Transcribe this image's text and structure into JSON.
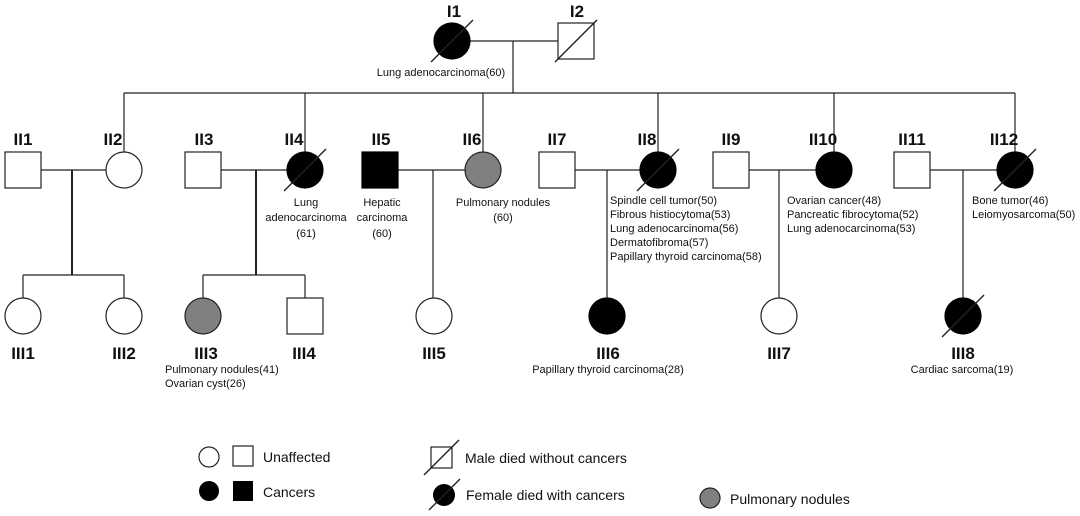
{
  "colors": {
    "affected": "#000000",
    "unaffected": "#ffffff",
    "nodules": "#808080",
    "stroke": "#222222"
  },
  "individuals": [
    {
      "id": "I1",
      "sex": "female",
      "status": "cancer",
      "deceased": true,
      "notes": [
        "Lung adenocarcinoma(60)"
      ]
    },
    {
      "id": "I2",
      "sex": "male",
      "status": "unaffected",
      "deceased": true,
      "notes": []
    },
    {
      "id": "II1",
      "sex": "male",
      "status": "unaffected",
      "deceased": false,
      "notes": []
    },
    {
      "id": "II2",
      "sex": "female",
      "status": "unaffected",
      "deceased": false,
      "notes": []
    },
    {
      "id": "II3",
      "sex": "male",
      "status": "unaffected",
      "deceased": false,
      "notes": []
    },
    {
      "id": "II4",
      "sex": "female",
      "status": "cancer",
      "deceased": true,
      "notes": [
        "Lung",
        "adenocarcinoma",
        "(61)"
      ]
    },
    {
      "id": "II5",
      "sex": "male",
      "status": "cancer",
      "deceased": false,
      "notes": [
        "Hepatic",
        "carcinoma",
        "(60)"
      ]
    },
    {
      "id": "II6",
      "sex": "female",
      "status": "nodules",
      "deceased": false,
      "notes": [
        "Pulmonary nodules",
        "(60)"
      ]
    },
    {
      "id": "II7",
      "sex": "male",
      "status": "unaffected",
      "deceased": false,
      "notes": []
    },
    {
      "id": "II8",
      "sex": "female",
      "status": "cancer",
      "deceased": true,
      "notes": [
        "Spindle cell tumor(50)",
        "Fibrous histiocytoma(53)",
        "Lung adenocarcinoma(56)",
        "Dermatofibroma(57)",
        "Papillary thyroid carcinoma(58)"
      ]
    },
    {
      "id": "II9",
      "sex": "male",
      "status": "unaffected",
      "deceased": false,
      "notes": []
    },
    {
      "id": "II10",
      "sex": "female",
      "status": "cancer",
      "deceased": false,
      "notes": [
        "Ovarian cancer(48)",
        "Pancreatic fibrocytoma(52)",
        "Lung adenocarcinoma(53)"
      ]
    },
    {
      "id": "II11",
      "sex": "male",
      "status": "unaffected",
      "deceased": false,
      "notes": []
    },
    {
      "id": "II12",
      "sex": "female",
      "status": "cancer",
      "deceased": true,
      "notes": [
        "Bone tumor(46)",
        "Leiomyosarcoma(50)"
      ]
    },
    {
      "id": "III1",
      "sex": "female",
      "status": "unaffected",
      "deceased": false,
      "notes": []
    },
    {
      "id": "III2",
      "sex": "female",
      "status": "unaffected",
      "deceased": false,
      "notes": []
    },
    {
      "id": "III3",
      "sex": "female",
      "status": "nodules",
      "deceased": false,
      "notes": [
        "Pulmonary nodules(41)",
        "Ovarian cyst(26)"
      ]
    },
    {
      "id": "III4",
      "sex": "male",
      "status": "unaffected",
      "deceased": false,
      "notes": []
    },
    {
      "id": "III5",
      "sex": "female",
      "status": "unaffected",
      "deceased": false,
      "notes": []
    },
    {
      "id": "III6",
      "sex": "female",
      "status": "cancer",
      "deceased": false,
      "notes": [
        "Papillary thyroid carcinoma(28)"
      ]
    },
    {
      "id": "III7",
      "sex": "female",
      "status": "unaffected",
      "deceased": false,
      "notes": []
    },
    {
      "id": "III8",
      "sex": "female",
      "status": "cancer",
      "deceased": true,
      "notes": [
        "Cardiac sarcoma(19)"
      ]
    }
  ],
  "legend": {
    "unaffected": "Unaffected",
    "cancers": "Cancers",
    "male_died": "Male died without cancers",
    "female_died": "Female died with cancers",
    "nodules": "Pulmonary nodules"
  }
}
